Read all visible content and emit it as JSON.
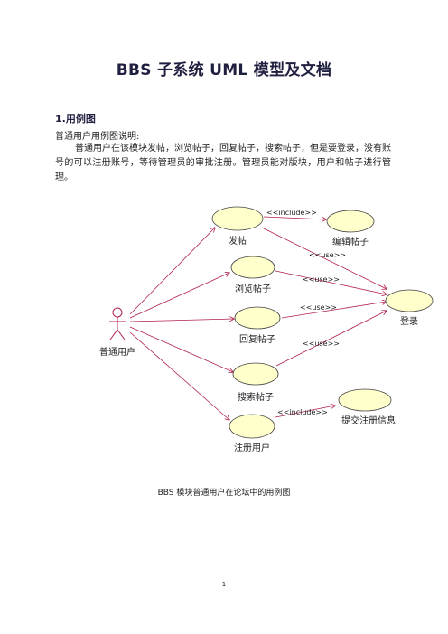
{
  "document": {
    "title": "BBS 子系统 UML 模型及文档",
    "section_heading": "1.用例图",
    "intro_label": "普通用户用例图说明:",
    "intro_text": "普通用户在该模块发帖，浏览帖子，回复帖子，搜索帖子，但是要登录，没有账号的可以注册账号，等待管理员的审批注册。管理员能对版块，用户和帖子进行管理。",
    "figure_caption": "BBS 模块普通用户在论坛中的用例图",
    "page_number": "1"
  },
  "diagram": {
    "actor": "普通用户",
    "use_cases": {
      "post": "发帖",
      "browse": "浏览帖子",
      "reply": "回复帖子",
      "search": "搜索帖子",
      "register": "注册用户",
      "edit": "编辑帖子",
      "login": "登录",
      "submit": "提交注册信息"
    },
    "relations": {
      "include_edit": "<<include>>",
      "use_post": "<<use>>",
      "use_browse": "<<use>>",
      "use_reply": "<<use>>",
      "use_search": "<<use>>",
      "include_submit": "<<include>>"
    },
    "colors": {
      "usecase_fill": "#ffffcc",
      "line": "#b0204a",
      "outline": "#444444"
    }
  }
}
